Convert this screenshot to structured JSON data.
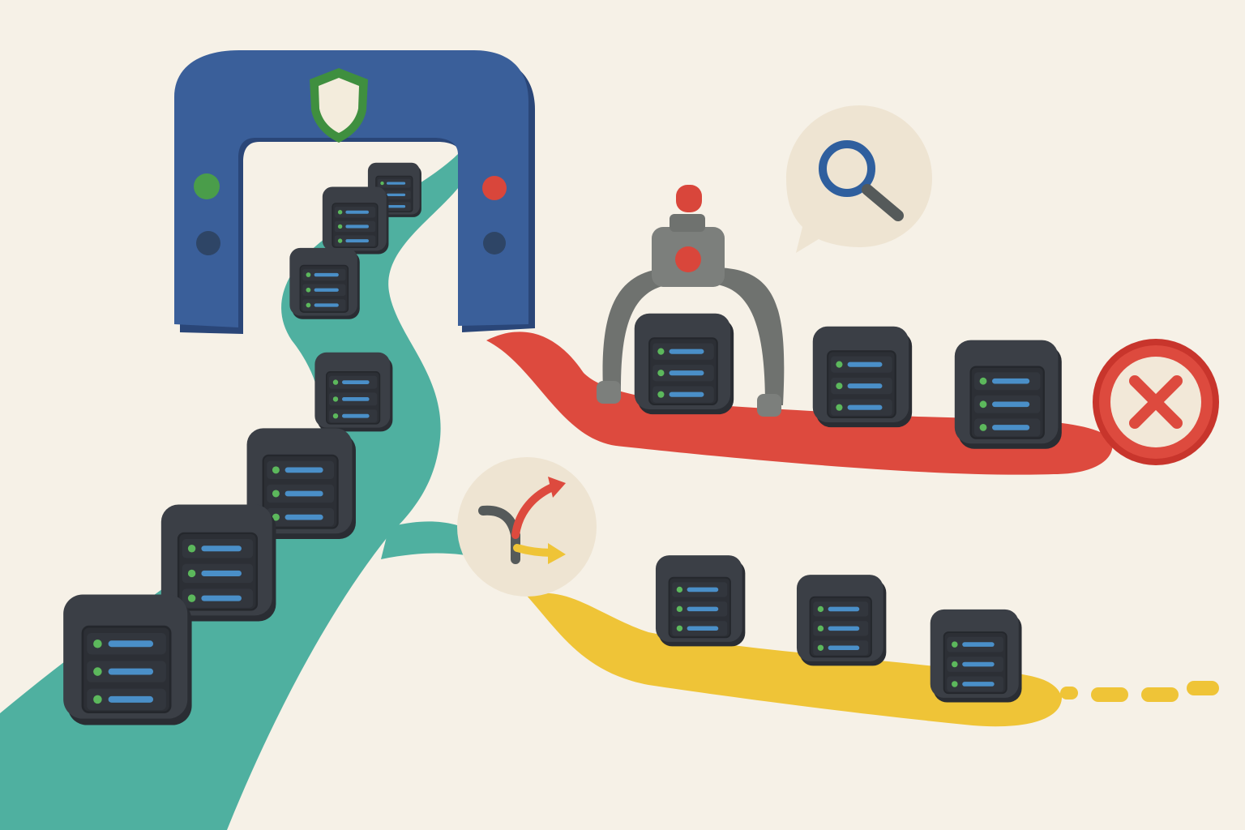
{
  "diagram": {
    "background": "#f6f1e7",
    "palette": {
      "gate": "#3a5f9a",
      "gate_shadow": "#2a4678",
      "main_path": "#4fb0a0",
      "reject_path": "#dd4a3e",
      "slow_path": "#efc437",
      "server": "#3b3f46",
      "server_face": "#2c2f35",
      "server_slot": "#4a8fc8",
      "server_led": "#5cb85c",
      "claw": "#7c7f7c",
      "bubble": "#eee4d2"
    },
    "gateway": {
      "icon": "shield-check-icon",
      "left_lights": [
        "#4a9d4a",
        "#2e4566"
      ],
      "right_lights": [
        "#d9463b",
        "#2e4566"
      ]
    },
    "inspection": {
      "icon": "magnifying-glass-icon"
    },
    "router": {
      "icon": "fork-arrows-icon"
    },
    "reject_end": {
      "icon": "x-mark-icon"
    },
    "lanes": [
      {
        "name": "main",
        "server_count": 7
      },
      {
        "name": "reject",
        "server_count": 3
      },
      {
        "name": "slow",
        "server_count": 3
      }
    ]
  }
}
